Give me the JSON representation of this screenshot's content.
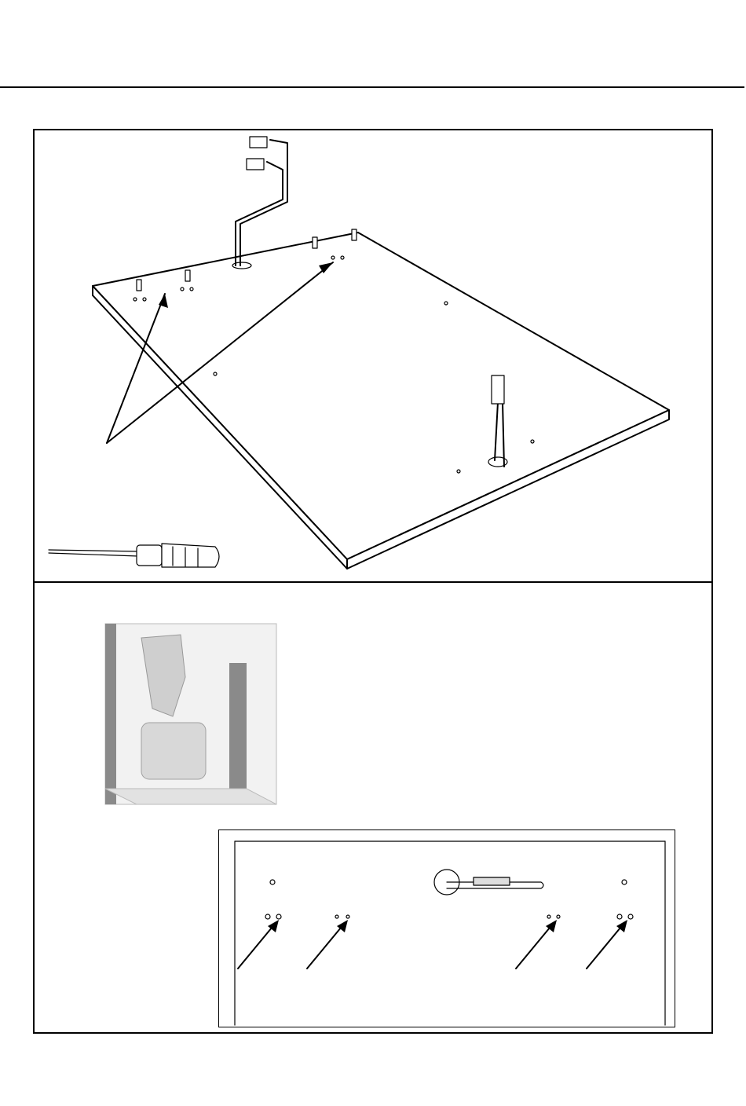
{
  "page": {
    "title": ""
  },
  "steps": [
    {
      "name": "step-1",
      "icons": [
        "screwdriver-icon",
        "arrow-icon",
        "connector-icon"
      ]
    },
    {
      "name": "step-2",
      "icons": [
        "cabinet-photo",
        "arrow-icon",
        "connector-icon"
      ]
    }
  ],
  "colors": {
    "line": "#000000",
    "background": "#ffffff",
    "shade": "#d9d9d9"
  }
}
